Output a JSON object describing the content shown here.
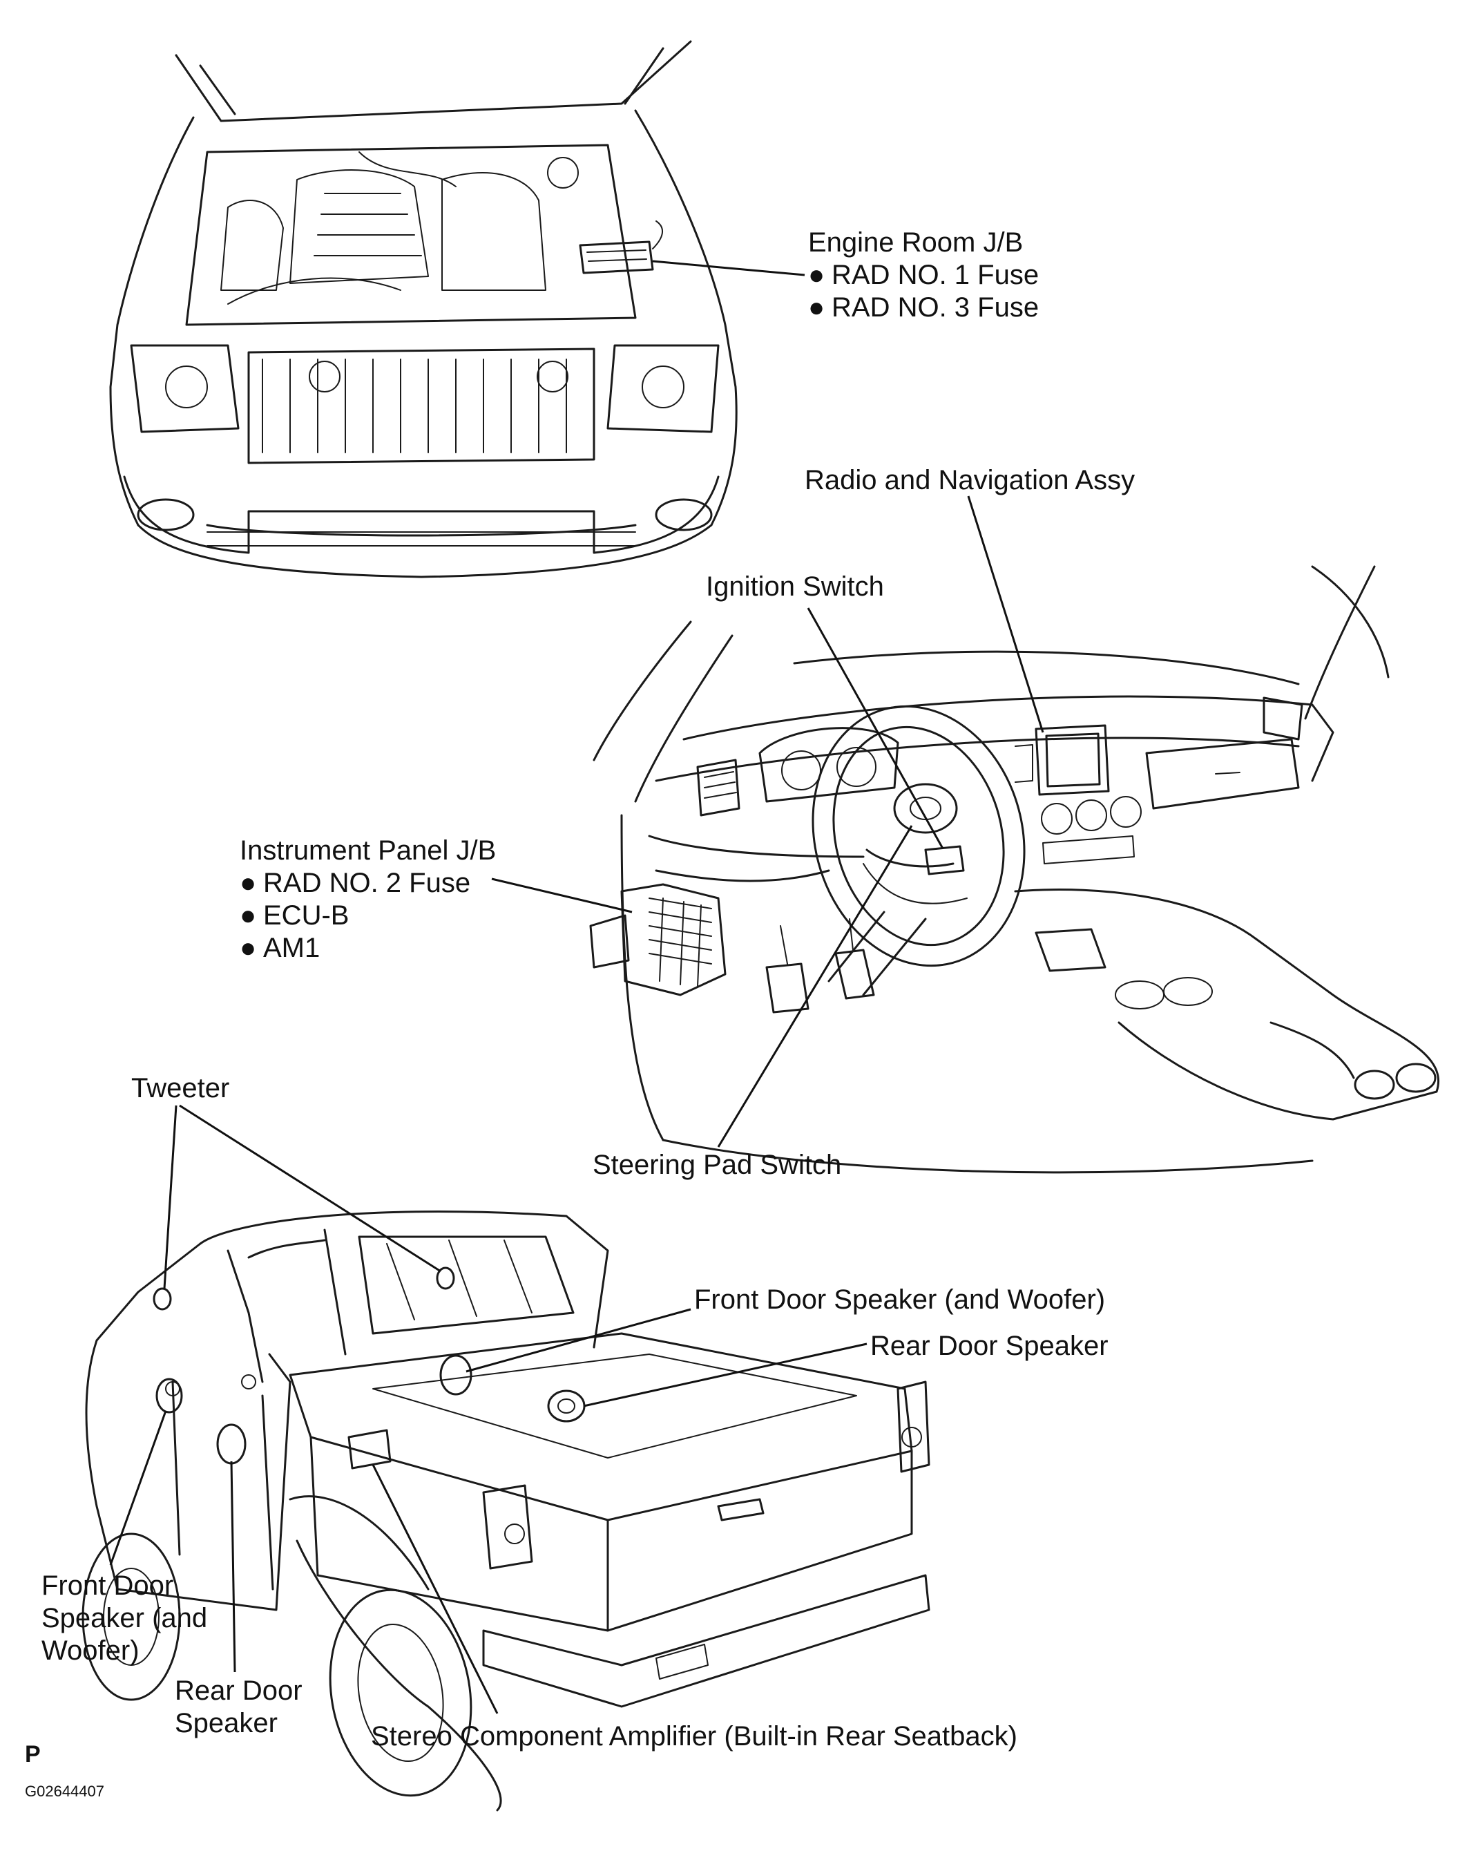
{
  "labels": {
    "engine_room_jb": {
      "title": "Engine Room J/B",
      "items": [
        "RAD NO. 1 Fuse",
        "RAD NO. 3 Fuse"
      ]
    },
    "radio_navigation": "Radio and Navigation Assy",
    "ignition_switch": "Ignition Switch",
    "instrument_panel_jb": {
      "title": "Instrument Panel J/B",
      "items": [
        "RAD NO. 2 Fuse",
        "ECU-B",
        "AM1"
      ]
    },
    "tweeter": "Tweeter",
    "steering_pad_switch": "Steering Pad Switch",
    "front_door_speaker_right": "Front Door Speaker (and Woofer)",
    "rear_door_speaker_right": "Rear Door Speaker",
    "front_door_speaker_left": [
      "Front Door",
      "Speaker (and",
      "Woofer)"
    ],
    "rear_door_speaker_left": [
      "Rear Door",
      "Speaker"
    ],
    "stereo_amplifier": "Stereo Component Amplifier (Built-in Rear Seatback)"
  },
  "bullet_glyph": "●",
  "figure_code": "G02644407",
  "corner_mark": "P"
}
